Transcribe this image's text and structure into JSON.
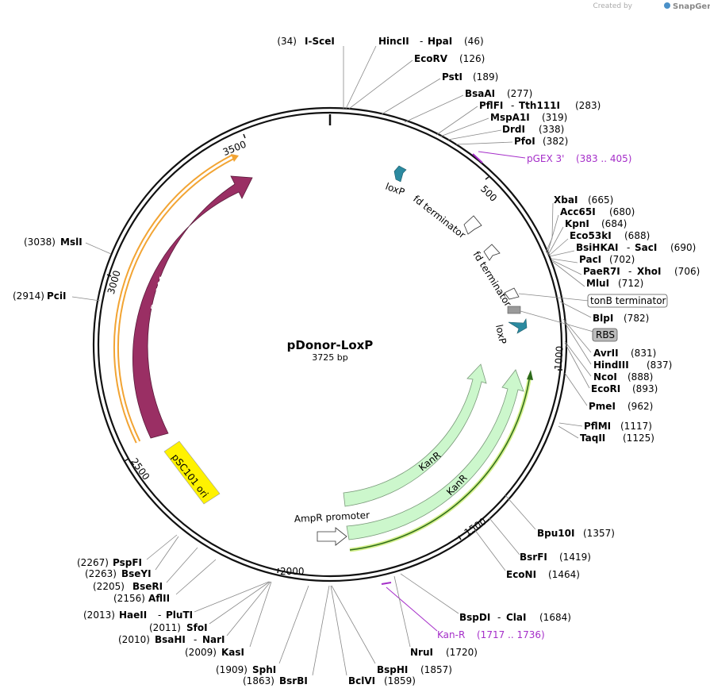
{
  "map": {
    "name": "pDonor-LoxP",
    "size_label": "3725 bp",
    "watermark_prefix": "Created by",
    "watermark_brand": "SnapGene"
  },
  "ticks": [
    "500",
    "1000",
    "1500",
    "2000",
    "2500",
    "3000",
    "3500"
  ],
  "features": {
    "loxp_1": "loxP",
    "fd_term_1": "fd terminator",
    "fd_term_2": "fd terminator",
    "tonb": "tonB terminator",
    "rbs": "RBS",
    "loxp_2": "loxP",
    "kanr_1": "KanR",
    "kanr_2": "KanR",
    "ampr_promoter": "AmpR promoter",
    "psc101": "pSC101 ori",
    "rep101": "Rep101"
  },
  "primers": [
    {
      "name": "pGEX 3'",
      "range": "(383 .. 405)"
    },
    {
      "name": "Kan-R",
      "range": "(1717 .. 1736)"
    }
  ],
  "sites": [
    {
      "name": "I-SceI",
      "pos": "(34)"
    },
    {
      "name": "HincII",
      "name2": "HpaI",
      "pos": "(46)"
    },
    {
      "name": "EcoRV",
      "pos": "(126)"
    },
    {
      "name": "PstI",
      "pos": "(189)"
    },
    {
      "name": "BsaAI",
      "pos": "(277)"
    },
    {
      "name": "PflFI",
      "name2": "Tth111I",
      "pos": "(283)"
    },
    {
      "name": "MspA1I",
      "pos": "(319)"
    },
    {
      "name": "DrdI",
      "pos": "(338)"
    },
    {
      "name": "PfoI",
      "pos": "(382)"
    },
    {
      "name": "XbaI",
      "pos": "(665)"
    },
    {
      "name": "Acc65I",
      "pos": "(680)"
    },
    {
      "name": "KpnI",
      "pos": "(684)"
    },
    {
      "name": "Eco53kI",
      "pos": "(688)"
    },
    {
      "name": "BsiHKAI",
      "name2": "SacI",
      "pos": "(690)"
    },
    {
      "name": "PacI",
      "pos": "(702)"
    },
    {
      "name": "PaeR7I",
      "name2": "XhoI",
      "pos": "(706)"
    },
    {
      "name": "MluI",
      "pos": "(712)"
    },
    {
      "name": "BlpI",
      "pos": "(782)"
    },
    {
      "name": "AvrII",
      "pos": "(831)"
    },
    {
      "name": "HindIII",
      "pos": "(837)"
    },
    {
      "name": "NcoI",
      "pos": "(888)"
    },
    {
      "name": "EcoRI",
      "pos": "(893)"
    },
    {
      "name": "PmeI",
      "pos": "(962)"
    },
    {
      "name": "PflMI",
      "pos": "(1117)"
    },
    {
      "name": "TaqII",
      "pos": "(1125)"
    },
    {
      "name": "Bpu10I",
      "pos": "(1357)"
    },
    {
      "name": "BsrFI",
      "pos": "(1419)"
    },
    {
      "name": "EcoNI",
      "pos": "(1464)"
    },
    {
      "name": "BspDI",
      "name2": "ClaI",
      "pos": "(1684)"
    },
    {
      "name": "NruI",
      "pos": "(1720)"
    },
    {
      "name": "BspHI",
      "pos": "(1857)"
    },
    {
      "name": "BclVI",
      "pos": "(1859)"
    },
    {
      "name": "BsrBI",
      "pos": "(1863)"
    },
    {
      "name": "SphI",
      "pos": "(1909)"
    },
    {
      "name": "KasI",
      "pos": "(2009)"
    },
    {
      "name": "BsaHI",
      "name2": "NarI",
      "pos": "(2010)"
    },
    {
      "name": "SfoI",
      "pos": "(2011)"
    },
    {
      "name": "HaeII",
      "name2": "PluTI",
      "pos": "(2013)"
    },
    {
      "name": "AflII",
      "pos": "(2156)"
    },
    {
      "name": "BseRI",
      "pos": "(2205)"
    },
    {
      "name": "BseYI",
      "pos": "(2263)"
    },
    {
      "name": "PspFI",
      "pos": "(2267)"
    },
    {
      "name": "PciI",
      "pos": "(2914)"
    },
    {
      "name": "MslI",
      "pos": "(3038)"
    }
  ]
}
